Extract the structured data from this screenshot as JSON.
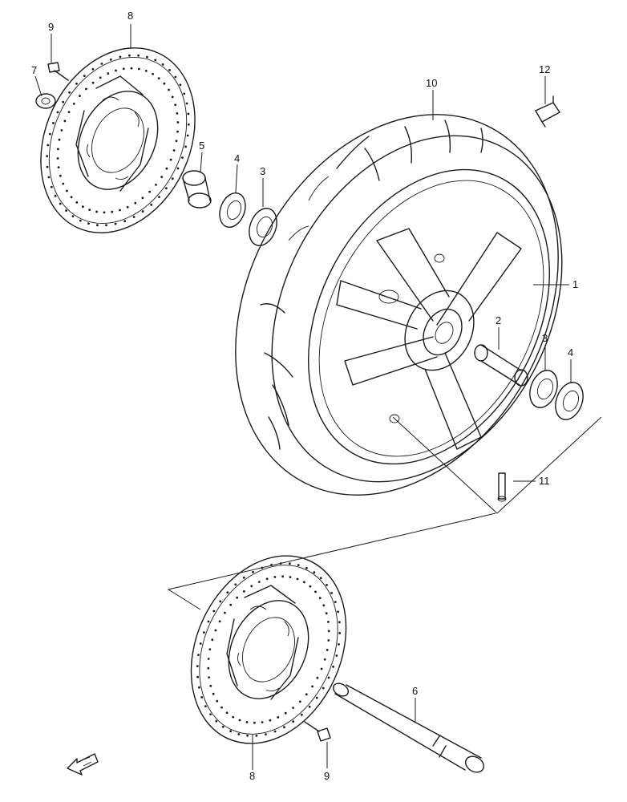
{
  "callouts": {
    "c1": "1",
    "c2": "2",
    "c3a": "3",
    "c3b": "3",
    "c4a": "4",
    "c4b": "4",
    "c5": "5",
    "c6": "6",
    "c7": "7",
    "c8a": "8",
    "c8b": "8",
    "c9a": "9",
    "c9b": "9",
    "c10": "10",
    "c11": "11",
    "c12": "12"
  },
  "icons": {
    "front_arrow": "front-direction-arrow-icon"
  },
  "colors": {
    "line": "#1a1a1a",
    "background": "#ffffff"
  }
}
